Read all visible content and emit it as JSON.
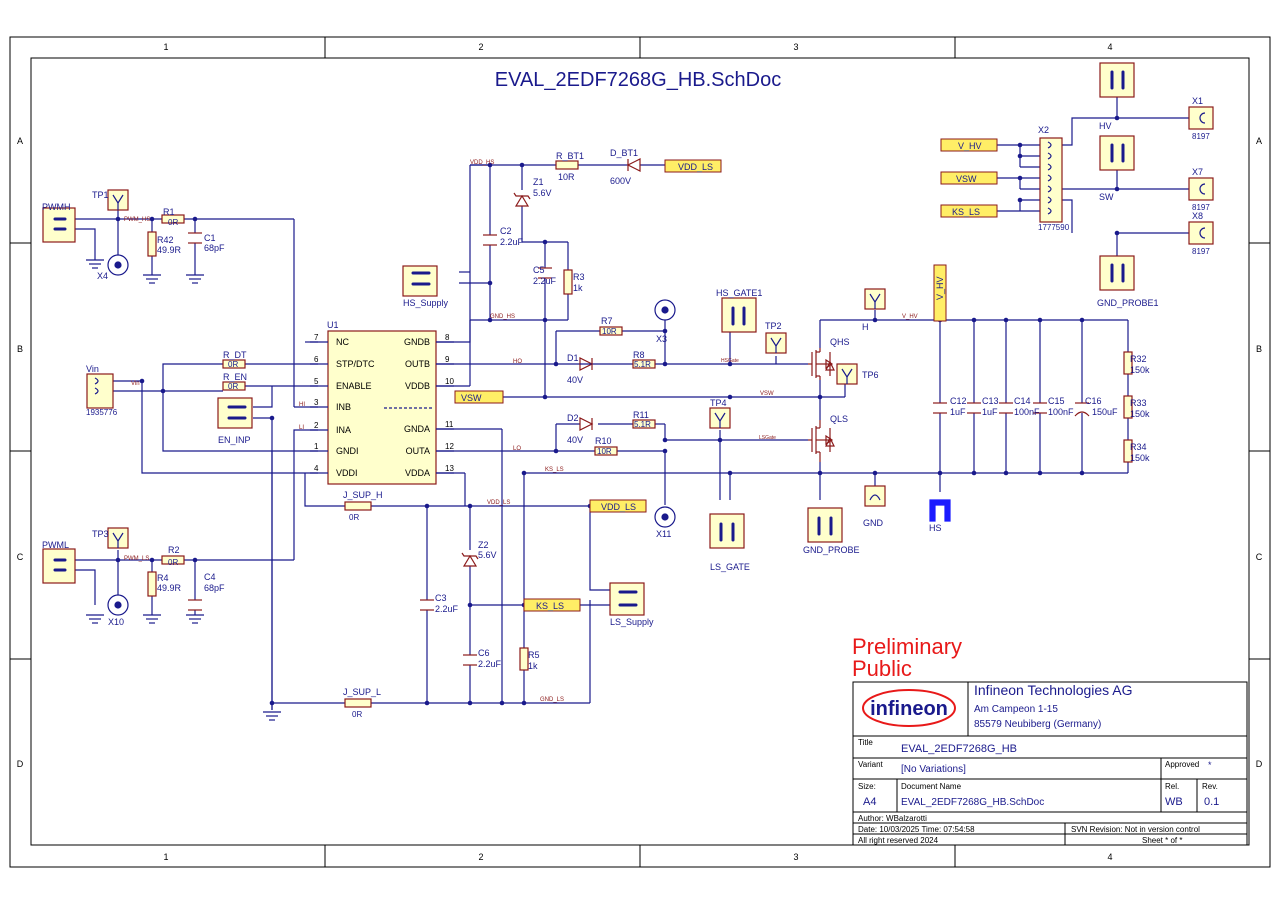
{
  "sheet": {
    "title": "EVAL_2EDF7268G_HB.SchDoc",
    "col_labels": [
      "1",
      "2",
      "3",
      "4"
    ],
    "row_labels": [
      "A",
      "B",
      "C",
      "D"
    ]
  },
  "ic": {
    "ref": "U1",
    "pins": [
      {
        "num": "7",
        "name": "NC"
      },
      {
        "num": "6",
        "name": "STP/DTC"
      },
      {
        "num": "5",
        "name": "ENABLE"
      },
      {
        "num": "3",
        "name": "INB"
      },
      {
        "num": "2",
        "name": "INA"
      },
      {
        "num": "1",
        "name": "GNDI"
      },
      {
        "num": "4",
        "name": "VDDI"
      },
      {
        "num": "8",
        "name": "GNDB"
      },
      {
        "num": "9",
        "name": "OUTB"
      },
      {
        "num": "10",
        "name": "VDDB"
      },
      {
        "num": "11",
        "name": "GNDA"
      },
      {
        "num": "12",
        "name": "OUTA"
      },
      {
        "num": "13",
        "name": "VDDA"
      }
    ]
  },
  "labels": {
    "tp1": "TP1",
    "pwmh": "PWMH",
    "r1": "R1",
    "r1v": "0R",
    "r42": "R42",
    "r42v": "49.9R",
    "c1": "C1",
    "c1v": "68pF",
    "x4": "X4",
    "pwm_hs": "PWM_HS",
    "tp3": "TP3",
    "pwml": "PWML",
    "r2": "R2",
    "r2v": "0R",
    "r4": "R4",
    "r4v": "49.9R",
    "c4": "C4",
    "c4v": "68pF",
    "x10": "X10",
    "pwm_ls": "PWM_LS",
    "vin": "Vin",
    "vin_pn": "1935776",
    "vin_net": "Vin",
    "en_inp": "EN_INP",
    "r_dt": "R_DT",
    "r_dtv": "0R",
    "r_en": "R_EN",
    "r_env": "0R",
    "hi": "HI",
    "li": "LI",
    "j_sup_h": "J_SUP_H",
    "j_sup_hv": "0R",
    "j_sup_l": "J_SUP_L",
    "j_sup_lv": "0R",
    "hs_supply": "HS_Supply",
    "ls_supply": "LS_Supply",
    "vdd_hs": "VDD_HS",
    "gnd_hs": "GND_HS",
    "vdd_ls": "VDD_LS",
    "gnd_ls": "GND_LS",
    "ks_ls_net": "KS_LS",
    "r_bt1": "R_BT1",
    "r_bt1v": "10R",
    "d_bt1": "D_BT1",
    "d_bt1v": "600V",
    "z1": "Z1",
    "z1v": "5.6V",
    "c2": "C2",
    "c2v": "2.2uF",
    "c5": "C5",
    "c5v": "2.2uF",
    "r3": "R3",
    "r3v": "1k",
    "z2": "Z2",
    "z2v": "5.6V",
    "c3": "C3",
    "c3v": "2.2uF",
    "c6": "C6",
    "c6v": "2.2uF",
    "r5": "R5",
    "r5v": "1k",
    "r7": "R7",
    "r7v": "10R",
    "d1": "D1",
    "d1v": "40V",
    "r8": "R8",
    "r8v": "5.1R",
    "ho": "HO",
    "d2": "D2",
    "d2v": "40V",
    "r11": "R11",
    "r11v": "5.1R",
    "r10": "R10",
    "r10v": "10R",
    "lo": "LO",
    "x3": "X3",
    "x11": "X11",
    "hs_gate1": "HS_GATE1",
    "ls_gate": "LS_GATE",
    "tp2": "TP2",
    "tp4": "TP4",
    "tp6": "TP6",
    "qhs": "QHS",
    "qls": "QLS",
    "hsgate": "HSGate",
    "lsgate": "LSGate",
    "vsw_net": "VSW",
    "h": "H",
    "v_hv_net": "V_HV",
    "gnd": "GND",
    "gnd_probe": "GND_PROBE",
    "hs": "HS",
    "c12": "C12",
    "c12v": "1uF",
    "c13": "C13",
    "c13v": "1uF",
    "c14": "C14",
    "c14v": "100nF",
    "c15": "C15",
    "c15v": "100nF",
    "c16": "C16",
    "c16v": "150uF",
    "r32": "R32",
    "r32v": "150k",
    "r33": "R33",
    "r33v": "150k",
    "r34": "R34",
    "r34v": "150k",
    "x2": "X2",
    "x2_pn": "1777590",
    "x1": "X1",
    "x1v": "8197",
    "x7": "X7",
    "x7v": "8197",
    "x8": "X8",
    "x8v": "8197",
    "hv": "HV",
    "sw": "SW",
    "gnd_probe1": "GND_PROBE1"
  },
  "ports": {
    "vdd_ls_top": "VDD_LS",
    "vsw": "VSW",
    "vdd_ls_mid": "VDD_LS",
    "ks_ls": "KS_LS",
    "v_hv": "V_HV",
    "x2_v_hv": "V_HV",
    "x2_vsw": "VSW",
    "x2_ks_ls": "KS_LS"
  },
  "watermark": {
    "line1": "Preliminary",
    "line2": "Public"
  },
  "title_block": {
    "company": "Infineon Technologies AG",
    "logo": "infineon",
    "address1": "Am Campeon 1-15",
    "address2": "85579 Neubiberg (Germany)",
    "title_label": "Title",
    "title": "EVAL_2EDF7268G_HB",
    "variant_label": "Variant",
    "variant": "[No Variations]",
    "approved_label": "Approved",
    "approved": "*",
    "size_label": "Size:",
    "size": "A4",
    "docname_label": "Document Name",
    "docname": "EVAL_2EDF7268G_HB.SchDoc",
    "rel_label": "Rel.",
    "rel": "WB",
    "rev_label": "Rev.",
    "rev": "0.1",
    "author": "Author: WBalzarotti",
    "date": "Date:  10/03/2025   Time:  07:54:58",
    "svn": "SVN Revision:   Not in version control",
    "rights": "All right reserved 2024",
    "sheet": "Sheet   *          of   *"
  },
  "colors": {
    "wire": "#1a1a8c",
    "body": "#8b1a1a",
    "fill": "#ffffcc",
    "port": "#ffee66",
    "text": "#1a1a8c",
    "red": "#e81919"
  }
}
